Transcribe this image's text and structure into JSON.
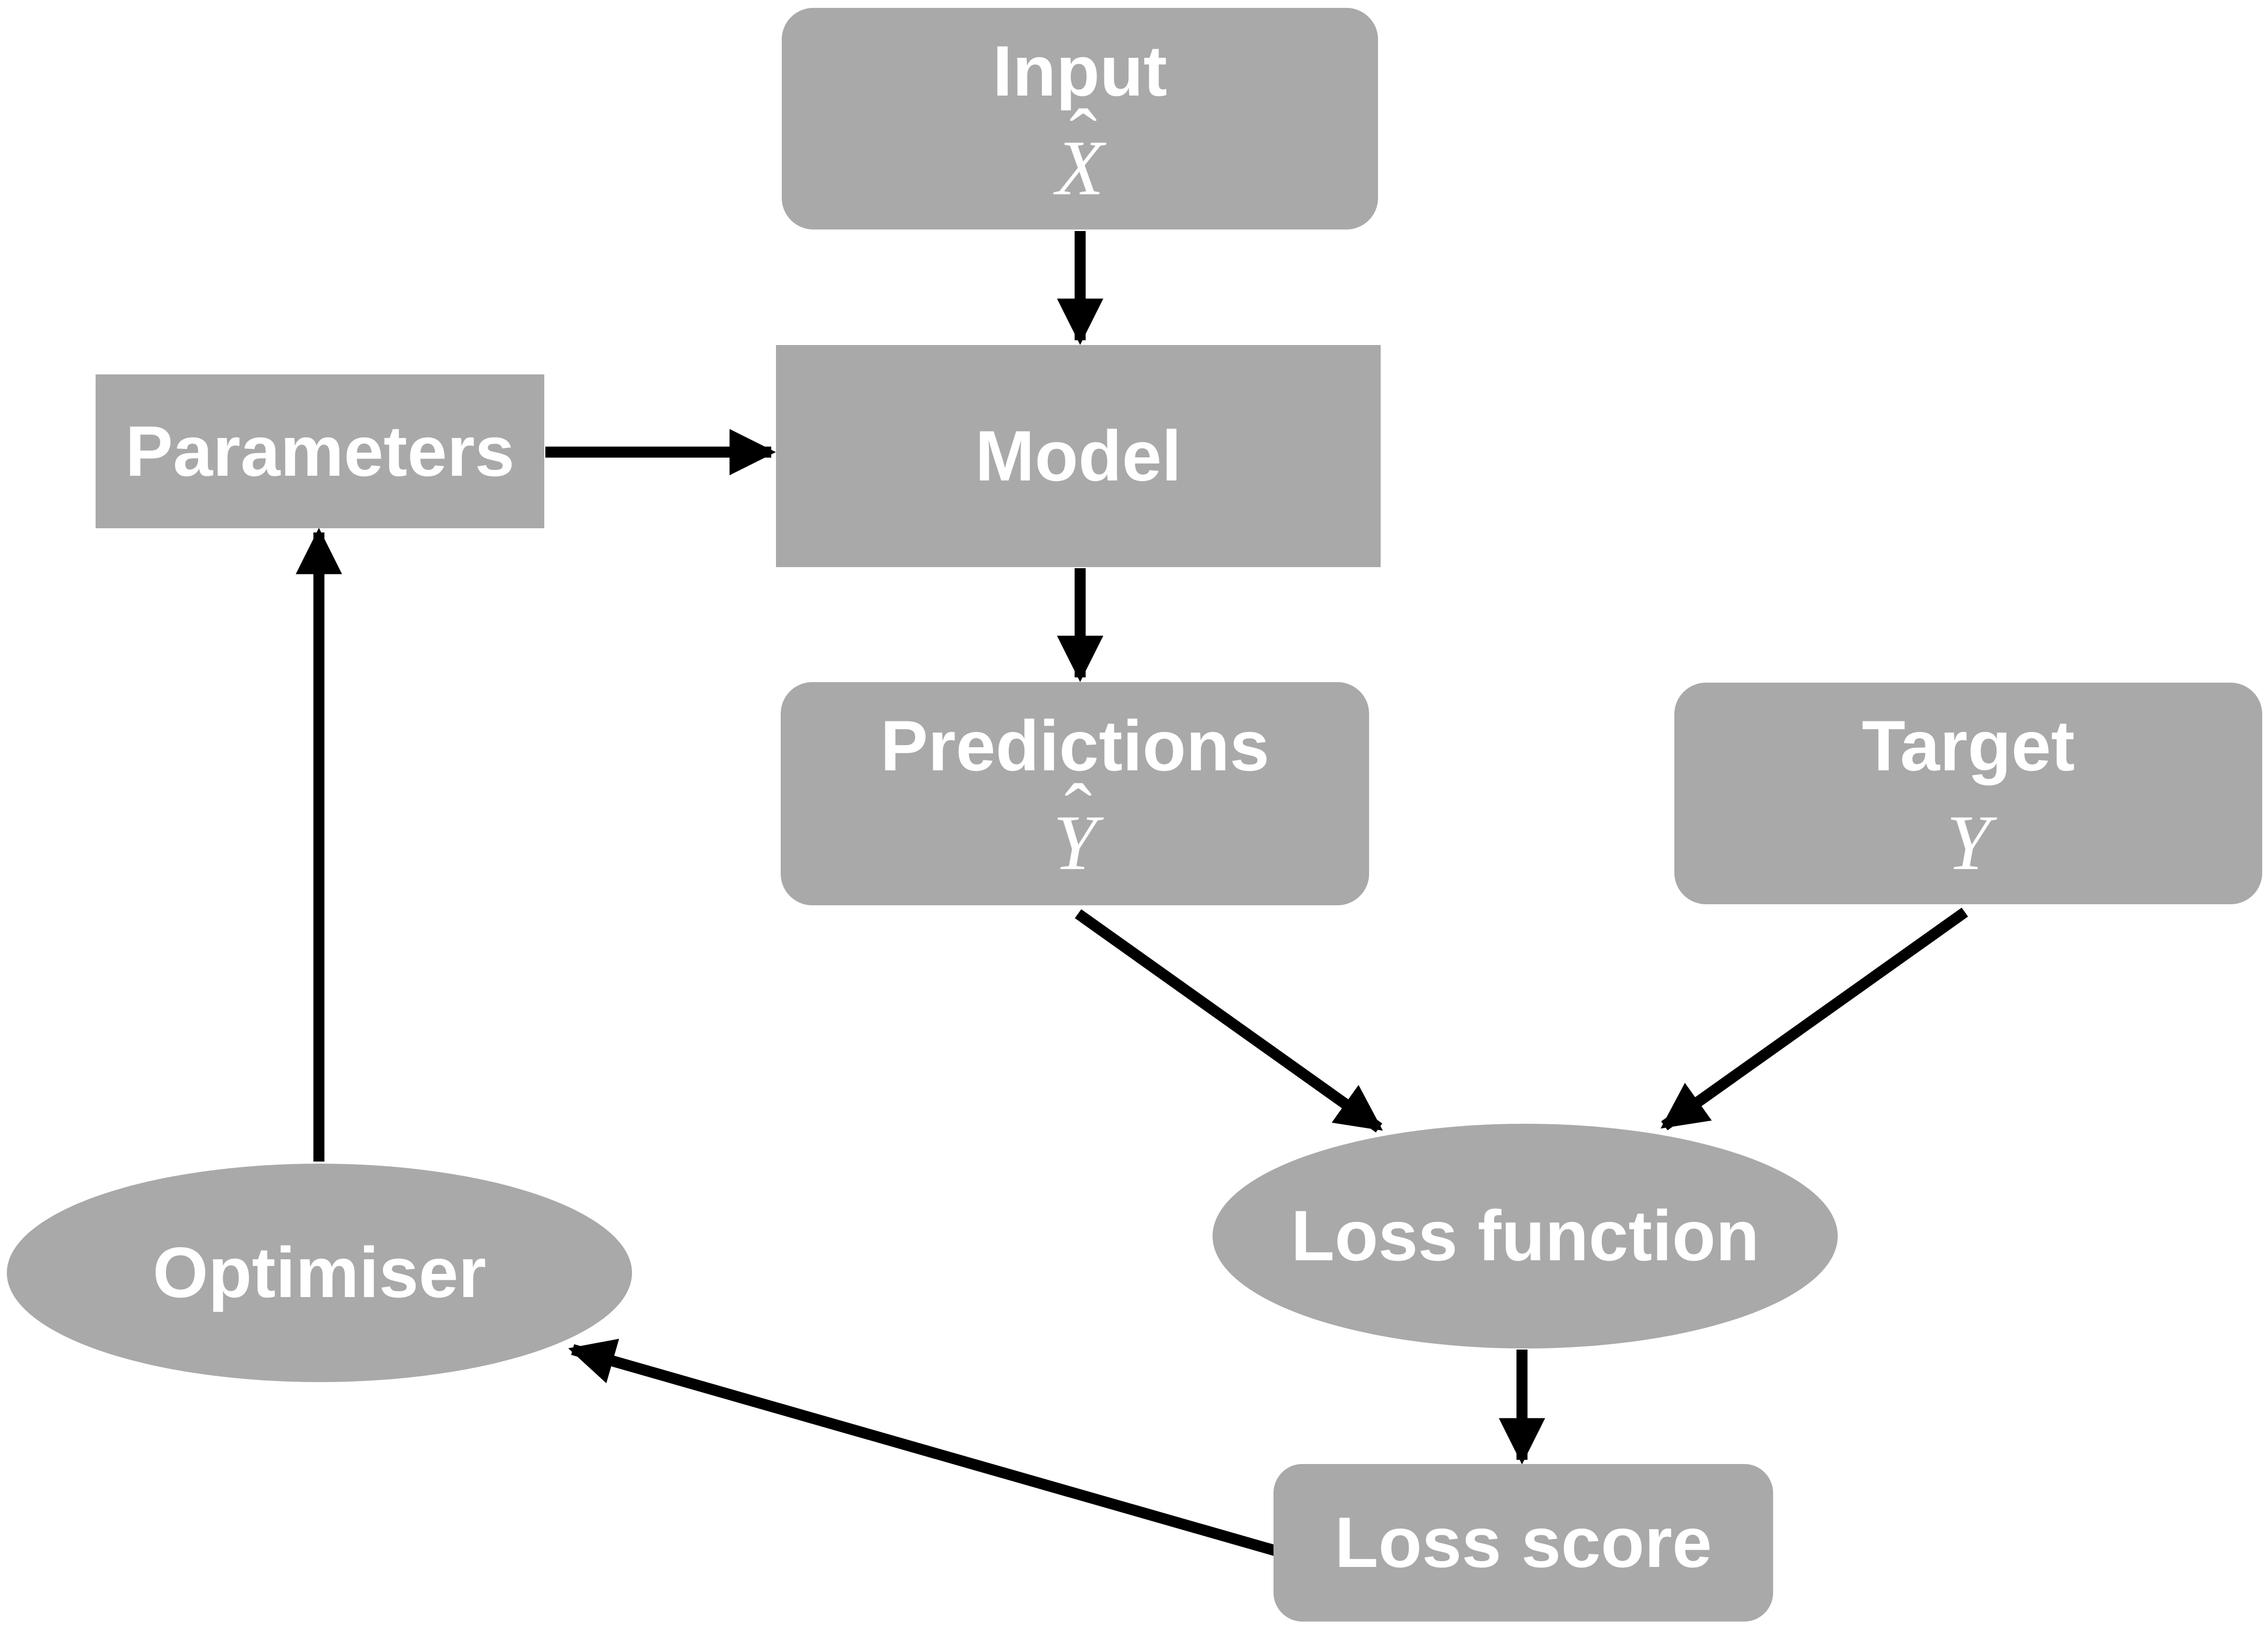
{
  "background": "#ffffff",
  "palette": {
    "node_fill": "#a9a9a9",
    "node_text": "#ffffff",
    "arrow": "#000000"
  },
  "nodes": {
    "input": {
      "title": "Input",
      "symbol": "X",
      "hat": "ˆ"
    },
    "model": {
      "title": "Model"
    },
    "parameters": {
      "title": "Parameters"
    },
    "predictions": {
      "title": "Predictions",
      "symbol": "Y",
      "hat": "ˆ"
    },
    "target": {
      "title": "Target",
      "symbol": "Y"
    },
    "loss_function": {
      "title": "Loss function"
    },
    "optimiser": {
      "title": "Optimiser"
    },
    "loss_score": {
      "title": "Loss score"
    }
  },
  "edges": [
    {
      "from": "Input",
      "to": "Model"
    },
    {
      "from": "Parameters",
      "to": "Model"
    },
    {
      "from": "Model",
      "to": "Predictions"
    },
    {
      "from": "Predictions",
      "to": "Loss function"
    },
    {
      "from": "Target",
      "to": "Loss function"
    },
    {
      "from": "Loss function",
      "to": "Loss score"
    },
    {
      "from": "Loss score",
      "to": "Optimiser"
    },
    {
      "from": "Optimiser",
      "to": "Parameters"
    }
  ]
}
